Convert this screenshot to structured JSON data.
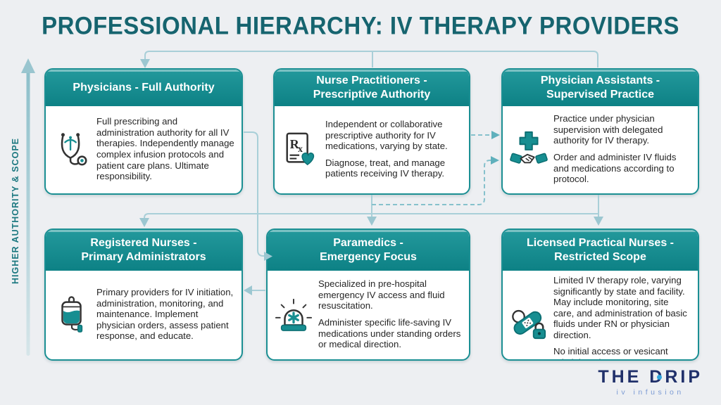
{
  "title": "PROFESSIONAL HIERARCHY: IV THERAPY PROVIDERS",
  "axis": {
    "label": "HIGHER AUTHORITY & SCOPE"
  },
  "colors": {
    "background": "#edeff2",
    "title_teal": "#16646f",
    "header_teal": "#0d8185",
    "accent_teal": "#178e91",
    "connector_solid": "#a9cfd8",
    "connector_dashed": "#86c1cc",
    "axis_text": "#1c7880",
    "logo_navy": "#20306a",
    "tagline_blue": "#7b9bd4"
  },
  "boxes": [
    {
      "id": "physicians",
      "header": "Physicians - Full Authority",
      "icon": "stethoscope-caduceus-icon",
      "paragraphs": [
        "Full prescribing and administration authority for all IV therapies. Independently manage complex infusion protocols and patient care plans. Ultimate responsibility."
      ]
    },
    {
      "id": "nurse-practitioners",
      "header": "Nurse Practitioners - Prescriptive Authority",
      "icon": "rx-prescription-heart-icon",
      "paragraphs": [
        "Independent or collaborative prescriptive authority for IV medications, varying by state.",
        "Diagnose, treat, and manage patients receiving IV therapy."
      ]
    },
    {
      "id": "physician-assistants",
      "header": "Physician Assistants - Supervised Practice",
      "icon": "cross-handshake-icon",
      "paragraphs": [
        "Practice under physician supervision with delegated authority for IV therapy.",
        "Order and administer IV fluids and medications according to protocol."
      ]
    },
    {
      "id": "registered-nurses",
      "header": "Registered Nurses - Primary Administrators",
      "icon": "iv-bag-icon",
      "paragraphs": [
        "Primary providers for IV initiation, administration, monitoring, and maintenance. Implement physician orders, assess patient response, and educate."
      ]
    },
    {
      "id": "paramedics",
      "header": "Paramedics - Emergency Focus",
      "icon": "emergency-siren-icon",
      "paragraphs": [
        "Specialized in pre-hospital emergency IV access and fluid resuscitation.",
        "Administer specific life-saving IV medications under standing orders or medical direction."
      ]
    },
    {
      "id": "licensed-practical-nurses",
      "header": "Licensed Practical Nurses - Restricted Scope",
      "icon": "bandage-lock-icon",
      "paragraphs": [
        "Limited IV therapy role, varying significantly by state and facility. May include monitoring, site care, and administration of basic fluids under RN or physician direction.",
        "No initial access or vesicant administration."
      ]
    }
  ],
  "logo": {
    "name": "THE DRIP",
    "tagline": "iv infusion"
  }
}
